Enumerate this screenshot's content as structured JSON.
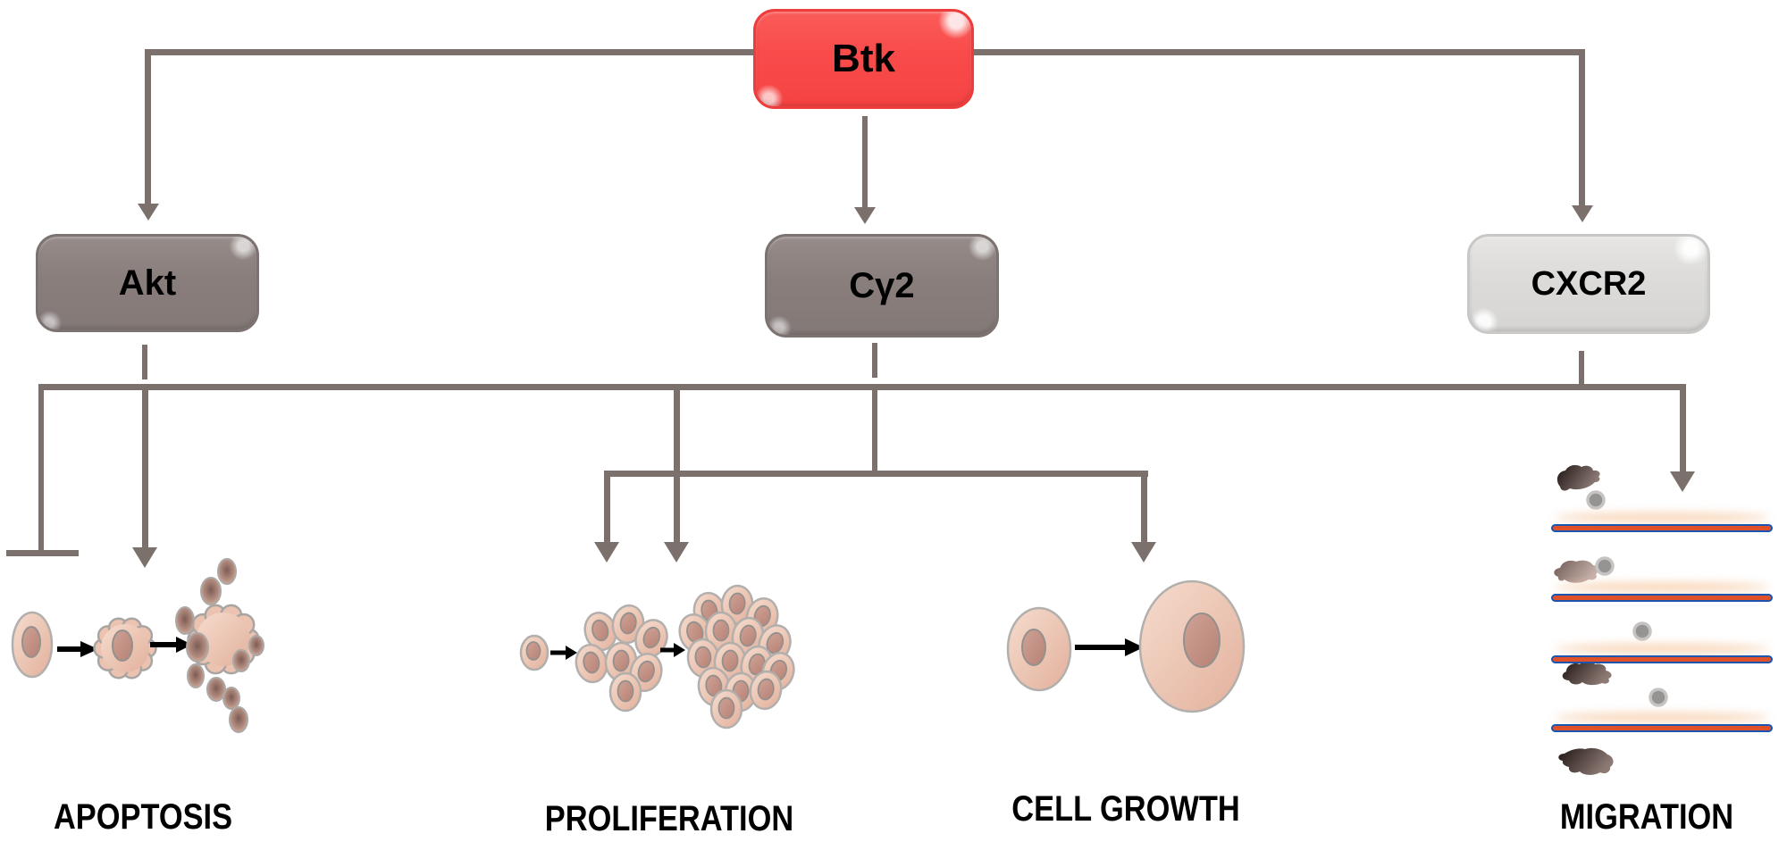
{
  "diagram": {
    "type": "signaling-pathway",
    "root": {
      "label": "Btk",
      "box_color": "#f84b4b",
      "text_color": "#000000"
    },
    "mediators": [
      {
        "id": "akt",
        "label": "Akt",
        "box_color": "#8a7f7c"
      },
      {
        "id": "cy2",
        "label": "Cγ2",
        "box_color": "#8a7f7c"
      },
      {
        "id": "cxcr2",
        "label": "CXCR2",
        "box_color": "#dcdbd9"
      }
    ],
    "outcomes": [
      {
        "id": "apoptosis",
        "label": "APOPTOSIS"
      },
      {
        "id": "proliferation",
        "label": "PROLIFERATION"
      },
      {
        "id": "cell_growth",
        "label": "CELL GROWTH"
      },
      {
        "id": "migration",
        "label": "MIGRATION"
      }
    ],
    "edges": [
      {
        "from": "Btk",
        "to": "Akt",
        "type": "activation-arrow"
      },
      {
        "from": "Btk",
        "to": "Cγ2",
        "type": "activation-arrow"
      },
      {
        "from": "Btk",
        "to": "CXCR2",
        "type": "activation-arrow"
      },
      {
        "from": "Akt",
        "to": "APOPTOSIS",
        "type": "inhibition-bar"
      },
      {
        "from": "Akt",
        "to": "APOPTOSIS",
        "type": "activation-arrow"
      },
      {
        "from": "Cγ2",
        "to": "PROLIFERATION",
        "type": "activation-arrow"
      },
      {
        "from": "Cγ2",
        "to": "PROLIFERATION",
        "type": "activation-arrow"
      },
      {
        "from": "Cγ2",
        "to": "CELL GROWTH",
        "type": "activation-arrow"
      },
      {
        "from": "CXCR2",
        "to": "MIGRATION",
        "type": "activation-arrow"
      }
    ],
    "colors": {
      "background": "#ffffff",
      "connector_line": "#7b706c",
      "illustration_arrow": "#000000",
      "cell_body": "#eec6b4",
      "cell_nucleus": "#c2907f",
      "apoptotic_body_core": "#7d5c54",
      "migrating_cell_dark": "#231917",
      "migrating_cell_light": "#7a6560",
      "membrane_blue": "#1b55ae",
      "membrane_orange": "#e0512a",
      "membrane_glow": "#f6c9a2"
    }
  }
}
